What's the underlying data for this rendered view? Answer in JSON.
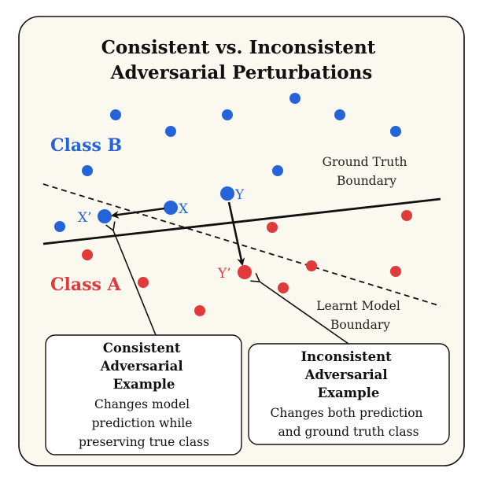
{
  "title": [
    "Consistent vs. Inconsistent",
    "Adversarial Perturbations"
  ],
  "colors": {
    "background": "#fbf8ef",
    "blue": "#2563d9",
    "red": "#e03a3a",
    "ink": "#111111"
  },
  "labels": {
    "class_b": "Class B",
    "class_a": "Class A",
    "ground_truth_boundary": [
      "Ground Truth",
      "Boundary"
    ],
    "learnt_model_boundary": [
      "Learnt Model",
      "Boundary"
    ],
    "point_x": "X",
    "point_x_prime": "X’",
    "point_y": "Y",
    "point_y_prime": "Y’"
  },
  "consistent_box": {
    "heading": [
      "Consistent",
      "Adversarial",
      "Example"
    ],
    "body": [
      "Changes model",
      "prediction while",
      "preserving true class"
    ]
  },
  "inconsistent_box": {
    "heading": [
      "Inconsistent",
      "Adversarial",
      "Example"
    ],
    "body": [
      "Changes both prediction",
      "and ground truth class"
    ]
  }
}
